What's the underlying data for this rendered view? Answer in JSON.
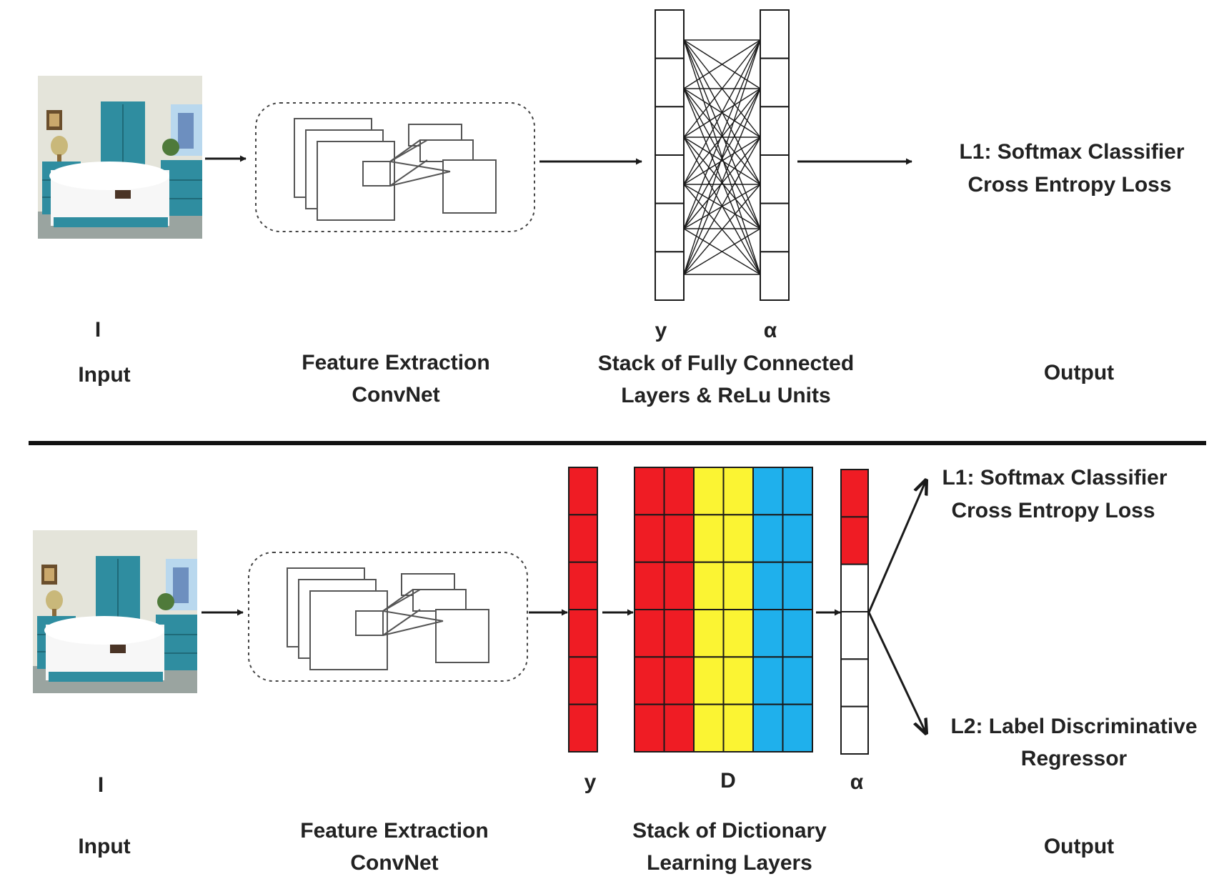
{
  "top": {
    "input_symbol": "I",
    "input_label": "Input",
    "convnet_label_1": "Feature Extraction",
    "convnet_label_2": "ConvNet",
    "y_symbol": "y",
    "alpha_symbol": "α",
    "stack_label_1": "Stack of Fully Connected",
    "stack_label_2": "Layers & ReLu Units",
    "output_label": "Output",
    "output_line_1": "L1: Softmax Classifier",
    "output_line_2": "Cross Entropy Loss"
  },
  "bottom": {
    "input_symbol": "I",
    "input_label": "Input",
    "convnet_label_1": "Feature Extraction",
    "convnet_label_2": "ConvNet",
    "y_symbol": "y",
    "d_symbol": "D",
    "alpha_symbol": "α",
    "stack_label_1": "Stack of Dictionary",
    "stack_label_2": "Learning Layers",
    "output_label": "Output",
    "l1_line_1": "L1: Softmax Classifier",
    "l1_line_2": "Cross Entropy Loss",
    "l2_line_1": "L2: Label Discriminative",
    "l2_line_2": "Regressor"
  },
  "colors": {
    "red": "#ef1c24",
    "yellow": "#fbf433",
    "blue": "#1fb0ec",
    "teal": "#2f8da0",
    "line": "#1a1a1a"
  }
}
